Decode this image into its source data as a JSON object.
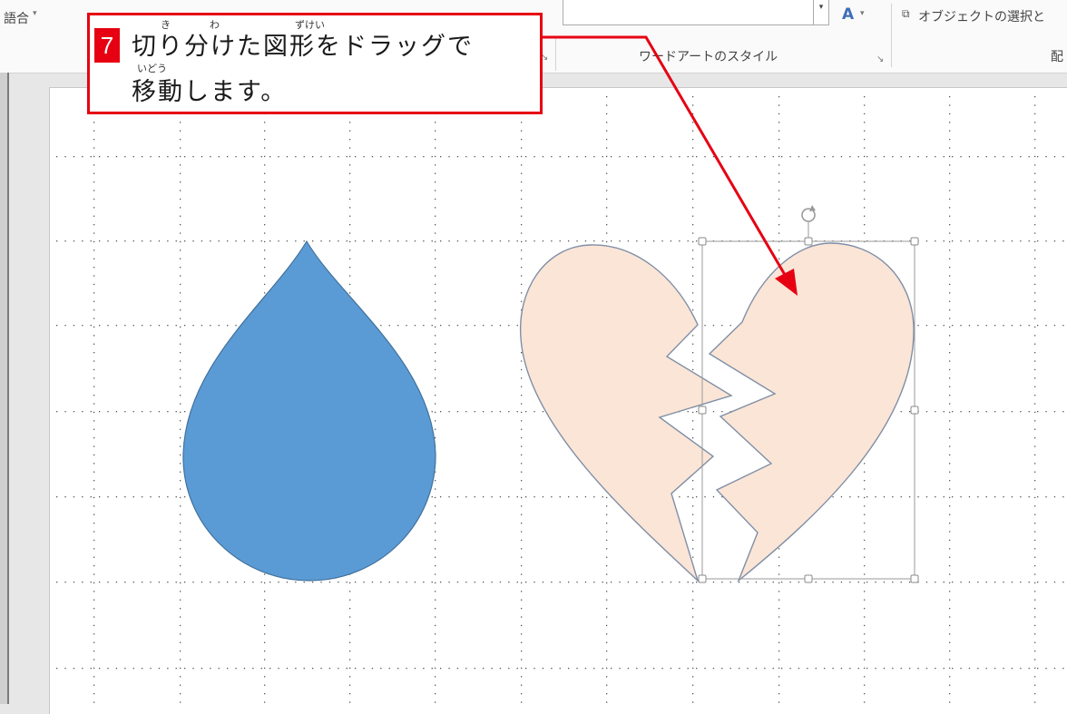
{
  "ribbon": {
    "left_cut_label": "語合",
    "left_cut_arrow": "▾",
    "wordart_group_label": "ワードアートのスタイル",
    "text_fill_glyph": "A",
    "text_fill_arrow": "▾",
    "selection_pane_label": "オブジェクトの選択と",
    "arrange_group_label_cut": "配",
    "launcher_glyph": "↘"
  },
  "callout": {
    "step_number": "7",
    "line1": "切り分けた図形をドラッグで",
    "line2": "移動します。",
    "ruby_ki": "き",
    "ruby_wa": "わ",
    "ruby_zukei": "ずけい",
    "ruby_idou": "いどう",
    "border_color": "#e60012"
  },
  "shapes": {
    "teardrop_fill": "#5b9bd5",
    "heart_fill": "#fbe5d6",
    "heart_stroke": "#7f8fa6"
  },
  "icons": {
    "rotate_handle": "rotate-icon"
  }
}
